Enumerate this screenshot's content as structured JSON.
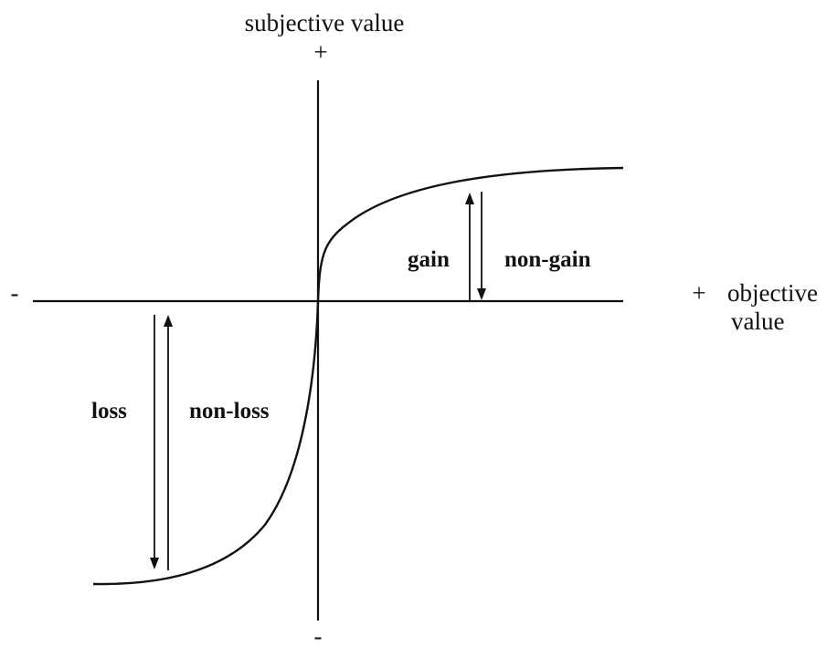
{
  "y_axis": {
    "title": "subjective value",
    "positive_sign": "+",
    "negative_sign": "-"
  },
  "x_axis": {
    "negative_sign": "-",
    "positive_sign": "+",
    "title_line1": "objective",
    "title_line2": "value"
  },
  "labels": {
    "gain": "gain",
    "non_gain": "non-gain",
    "loss": "loss",
    "non_loss": "non-loss"
  },
  "colors": {
    "ink": "#111111",
    "background": "#ffffff"
  }
}
